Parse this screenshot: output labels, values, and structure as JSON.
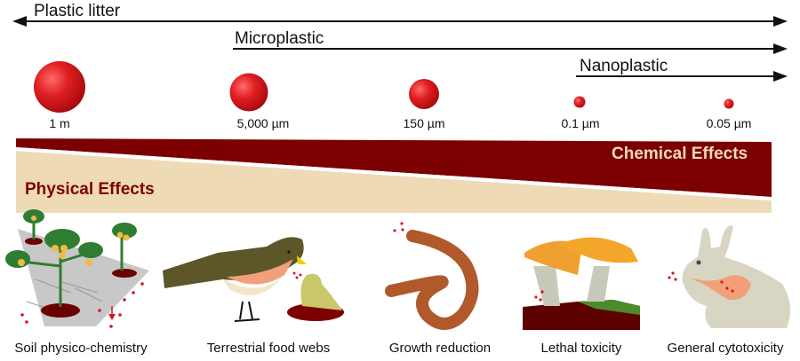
{
  "scale_arrows": [
    {
      "label": "Plastic litter",
      "direction": "both"
    },
    {
      "label": "Microplastic",
      "direction": "right"
    },
    {
      "label": "Nanoplastic",
      "direction": "right"
    }
  ],
  "particle_sizes": [
    {
      "label": "1 m"
    },
    {
      "label": "5,000 µm"
    },
    {
      "label": "150 µm"
    },
    {
      "label": "0.1 µm"
    },
    {
      "label": "0.05 µm"
    }
  ],
  "effects_band": {
    "chemical_label": "Chemical Effects",
    "physical_label": "Physical Effects",
    "chemical_color": "#7d0000",
    "physical_color": "#eedbb6"
  },
  "impacts": [
    {
      "label": "Soil physico-chemistry",
      "icon": "tomato-plants-icon"
    },
    {
      "label": "Terrestrial food webs",
      "icon": "bird-feeding-chick-icon"
    },
    {
      "label": "Growth reduction",
      "icon": "earthworm-icon"
    },
    {
      "label": "Lethal toxicity",
      "icon": "mushrooms-icon"
    },
    {
      "label": "General cytotoxicity",
      "icon": "rabbit-icon"
    }
  ],
  "colors": {
    "particle_red": "#d9151b",
    "arrow": "#111111"
  }
}
